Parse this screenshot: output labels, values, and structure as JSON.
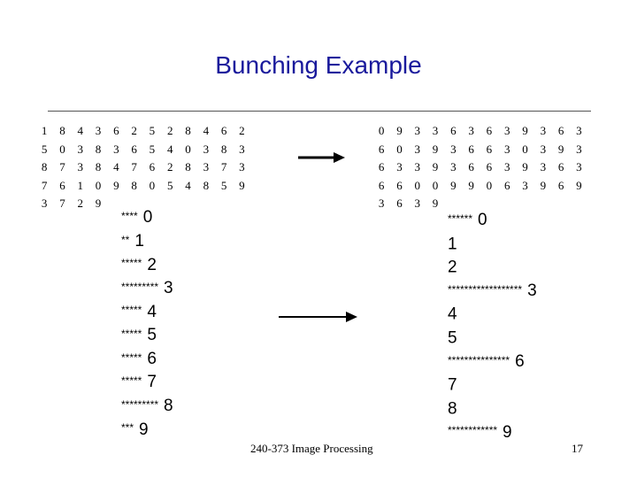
{
  "title": "Bunching Example",
  "input_grid": [
    [
      "1",
      "8",
      "4",
      "3",
      "6",
      "2",
      "5",
      "2",
      "8",
      "4",
      "6",
      "2",
      "5"
    ],
    [
      "0",
      "3",
      "8",
      "3",
      "6",
      "5",
      "4",
      "0",
      "3",
      "8",
      "3",
      "8",
      "7"
    ],
    [
      "3",
      "8",
      "4",
      "7",
      "6",
      "2",
      "8",
      "3",
      "7",
      "3",
      "7",
      "6",
      "1"
    ],
    [
      "0",
      "9",
      "8",
      "0",
      "5",
      "4",
      "8",
      "5",
      "9",
      "3",
      "7",
      "2",
      "9"
    ]
  ],
  "output_grid": [
    [
      "0",
      "9",
      "3",
      "3",
      "6",
      "3",
      "6",
      "3",
      "9",
      "3",
      "6",
      "3",
      "6"
    ],
    [
      "0",
      "3",
      "9",
      "3",
      "6",
      "6",
      "3",
      "0",
      "3",
      "9",
      "3",
      "6",
      "3"
    ],
    [
      "3",
      "9",
      "3",
      "6",
      "6",
      "3",
      "9",
      "3",
      "6",
      "3",
      "6",
      "6",
      "0"
    ],
    [
      "0",
      "9",
      "9",
      "0",
      "6",
      "3",
      "9",
      "6",
      "9",
      "3",
      "6",
      "3",
      "9"
    ]
  ],
  "input_histogram": [
    {
      "stars": "****",
      "value": "0"
    },
    {
      "stars": "**",
      "value": "1"
    },
    {
      "stars": "*****",
      "value": "2"
    },
    {
      "stars": "*********",
      "value": "3"
    },
    {
      "stars": "*****",
      "value": "4"
    },
    {
      "stars": "*****",
      "value": "5"
    },
    {
      "stars": "*****",
      "value": "6"
    },
    {
      "stars": "*****",
      "value": "7"
    },
    {
      "stars": "*********",
      "value": "8"
    },
    {
      "stars": "***",
      "value": "9"
    }
  ],
  "output_histogram": [
    {
      "stars": "******",
      "value": "0"
    },
    {
      "stars": "",
      "value": "1"
    },
    {
      "stars": "",
      "value": "2"
    },
    {
      "stars": "******************",
      "value": "3"
    },
    {
      "stars": "",
      "value": "4"
    },
    {
      "stars": "",
      "value": "5"
    },
    {
      "stars": "***************",
      "value": "6"
    },
    {
      "stars": "",
      "value": "7"
    },
    {
      "stars": "",
      "value": "8"
    },
    {
      "stars": "************",
      "value": "9"
    }
  ],
  "footer": {
    "course": "240-373 Image Processing",
    "page": "17"
  },
  "colors": {
    "title": "#1a1a9c",
    "text": "#000000",
    "rule": "#555555"
  }
}
